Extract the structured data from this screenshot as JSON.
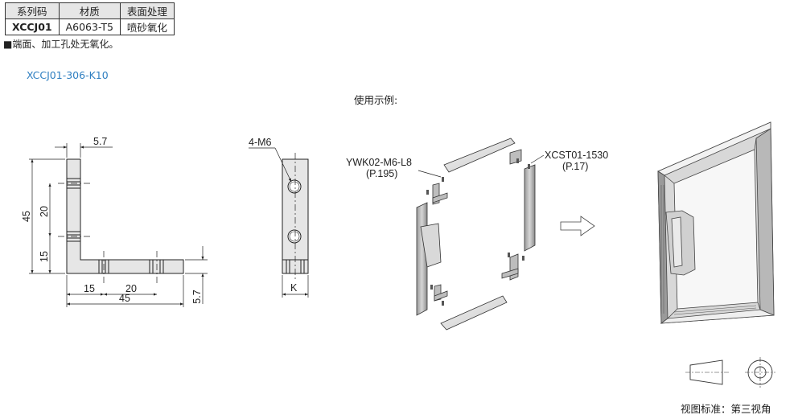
{
  "table": {
    "headers": [
      "系列码",
      "材质",
      "表面处理"
    ],
    "row": [
      "XCCJ01",
      "A6063-T5",
      "喷砂氧化"
    ]
  },
  "note": "■端面、加工孔处无氧化。",
  "model_code": "XCCJ01-306-K10",
  "example_label": "使用示例:",
  "projection_standard": "视图标准：第三视角",
  "front_view": {
    "dim_top": "5.7",
    "dim_left_total": "45",
    "dim_left_upper": "20",
    "dim_left_lower": "15",
    "dim_bottom_left": "15",
    "dim_bottom_mid": "20",
    "dim_bottom_total": "45",
    "dim_right_thickness": "5.7"
  },
  "side_view": {
    "hole_label": "4-M6",
    "width_label": "K"
  },
  "example": {
    "connector_label": "YWK02-M6-L8",
    "connector_page": "(P.195)",
    "profile_label": "XCST01-1530",
    "profile_page": "(P.17)"
  }
}
